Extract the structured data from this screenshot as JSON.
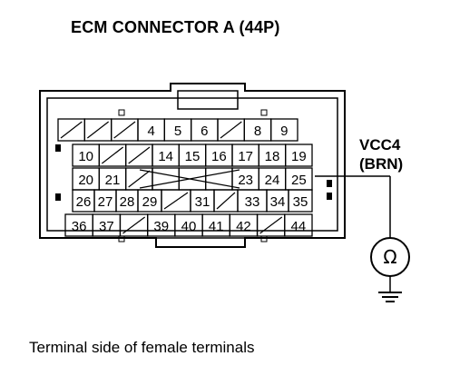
{
  "title": "ECM CONNECTOR A (44P)",
  "caption": "Terminal side of female terminals",
  "signal": {
    "name": "VCC4",
    "wire": "(BRN)"
  },
  "meter_symbol": "Ω",
  "pin_rows": [
    [
      null,
      null,
      null,
      "4",
      "5",
      "6",
      null,
      "8",
      "9"
    ],
    [
      "10",
      null,
      null,
      "14",
      "15",
      "16",
      "17",
      "18",
      "19"
    ],
    [
      "20",
      "21",
      null,
      "",
      "",
      "",
      "23",
      "24",
      "25"
    ],
    [
      "26",
      "27",
      "28",
      "29",
      null,
      "31",
      null,
      "33",
      "34",
      "35"
    ],
    [
      "36",
      "37",
      null,
      "39",
      "40",
      "41",
      "42",
      null,
      "44"
    ]
  ],
  "probe_pin": "25"
}
